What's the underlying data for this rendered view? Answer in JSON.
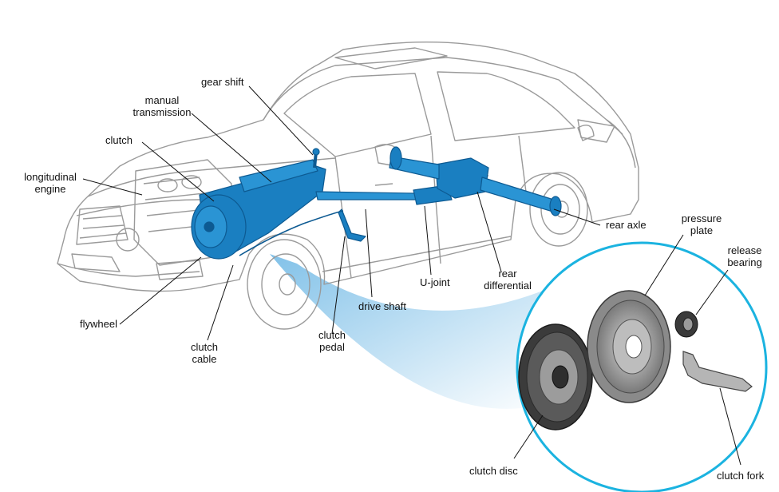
{
  "labels": {
    "gear_shift": "gear shift",
    "manual_transmission": "manual\ntransmission",
    "clutch": "clutch",
    "longitudinal_engine": "longitudinal\nengine",
    "flywheel": "flywheel",
    "clutch_cable": "clutch\ncable",
    "clutch_pedal": "clutch\npedal",
    "drive_shaft": "drive shaft",
    "u_joint": "U-joint",
    "rear_differential": "rear\ndifferential",
    "rear_axle": "rear axle",
    "pressure_plate": "pressure\nplate",
    "release_bearing": "release\nbearing",
    "clutch_disc": "clutch disc",
    "clutch_fork": "clutch fork"
  },
  "colors": {
    "drivetrain_blue": "#1a7fc1",
    "drivetrain_dark": "#0d5a92",
    "callout_ring": "#1bb3e0",
    "car_outline": "#9a9a9a",
    "leader_line": "#111111"
  }
}
